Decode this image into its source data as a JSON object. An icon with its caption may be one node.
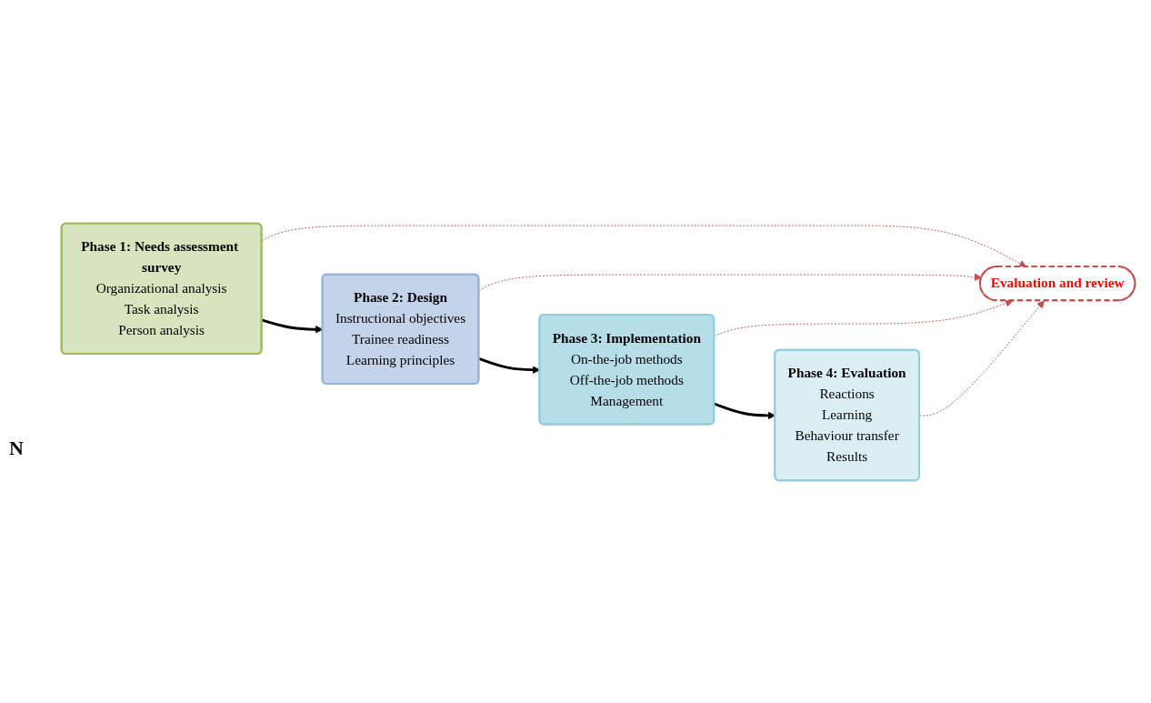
{
  "diagram": {
    "nodes": [
      {
        "text": [
          "Phase 1: Needs assessment survey",
          "Organizational analysis",
          "Task analysis",
          "Person analysis"
        ]
      },
      {
        "text": [
          "Phase 2: Design",
          "Instructional objectives",
          "Trainee readiness",
          "Learning principles"
        ]
      },
      {
        "text": [
          "Phase 3: Implementation",
          "On-the-job methods",
          "Off-the-job methods",
          "Management"
        ]
      },
      {
        "text": [
          "Phase 4: Evaluation",
          "Reactions",
          "Learning",
          "Behaviour transfer",
          "Results"
        ]
      },
      {
        "text": [
          "Evaluation and review"
        ]
      }
    ],
    "edges": [
      {
        "from": 0,
        "to": 1,
        "arrow": "to",
        "style": "thick",
        "color": "#000000"
      },
      {
        "from": 1,
        "to": 2,
        "arrow": "to",
        "style": "thick",
        "color": "#000000"
      },
      {
        "from": 2,
        "to": 3,
        "arrow": "to",
        "style": "thick",
        "color": "#000000"
      },
      {
        "from": 0,
        "to": 4,
        "arrow": "to",
        "style": "dashed",
        "color": "#c0504d"
      },
      {
        "from": 1,
        "to": 4,
        "arrow": "to",
        "style": "dashed",
        "color": "#c0504d"
      },
      {
        "from": 2,
        "to": 4,
        "arrow": "to",
        "style": "dashed",
        "color": "#c0504d"
      },
      {
        "from": 3,
        "to": 4,
        "arrow": "to",
        "style": "dashed",
        "color": "#c0504d"
      }
    ],
    "labels": [
      "N"
    ]
  }
}
